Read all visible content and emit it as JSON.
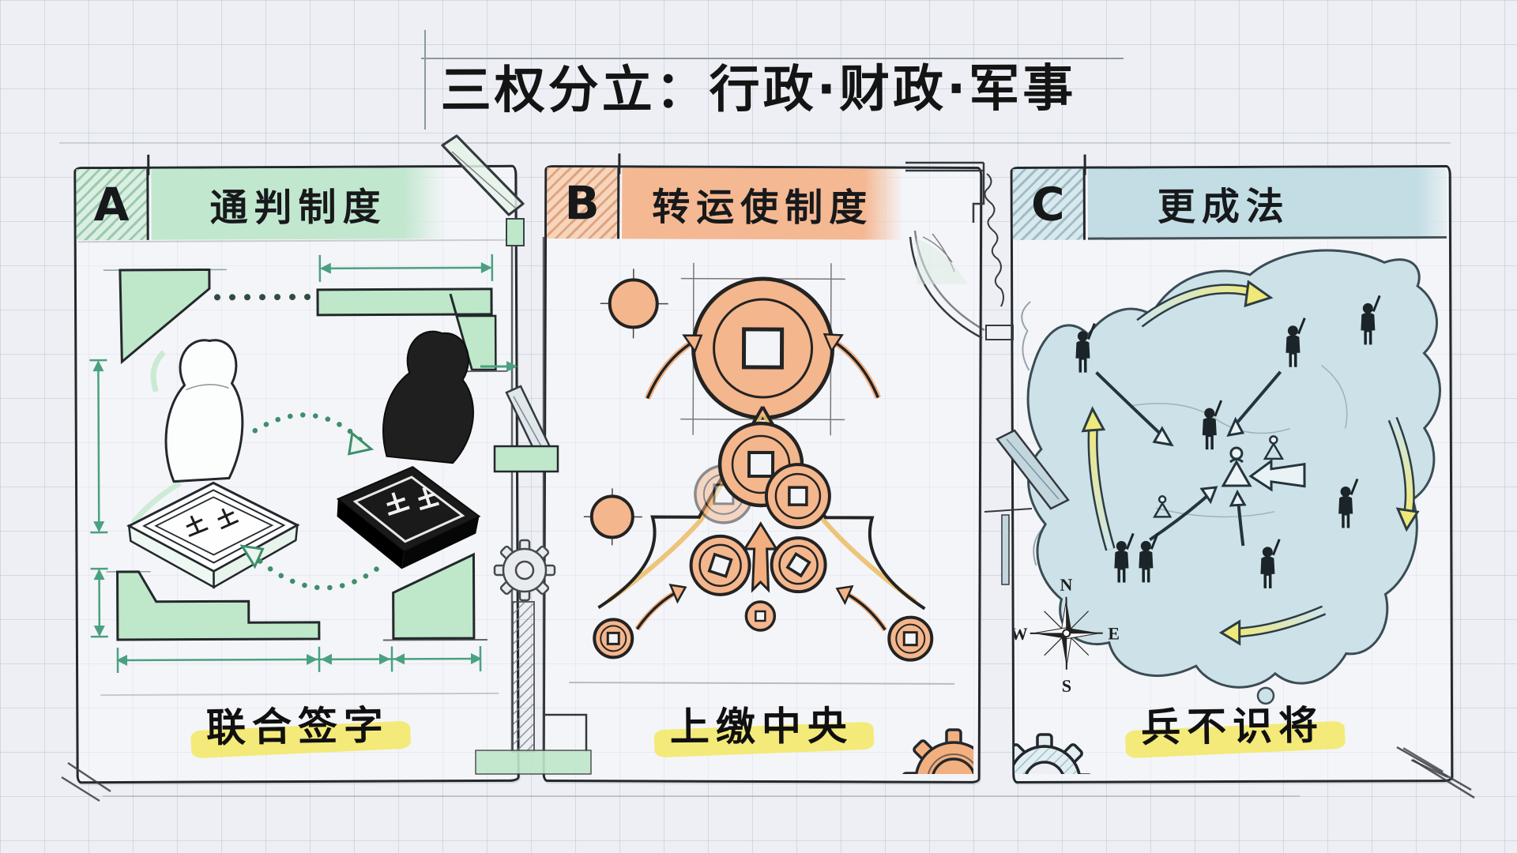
{
  "page": {
    "title": "三权分立：行政·财政·军事",
    "background_color": "#edeff4",
    "grid_color": "#a6b3ce",
    "highlight_color": "#f3e96a",
    "ink_color": "#23282c"
  },
  "panel_a": {
    "letter": "A",
    "title": "通判制度",
    "caption": "联合签字",
    "accent_color": "#bfe7c9",
    "dimension_arrow_color": "#4aa17f",
    "icons": [
      "outline-stamp-icon",
      "black-stamp-icon",
      "dotted-cycle-arrows"
    ]
  },
  "panel_b": {
    "letter": "B",
    "title": "转运使制度",
    "caption": "上缴中央",
    "accent_color": "#f4b68c",
    "icons": [
      "large-coin-icon",
      "small-coin-icons",
      "upward-chevron",
      "upward-arrows"
    ]
  },
  "panel_c": {
    "letter": "C",
    "title": "更成法",
    "caption": "兵不识将",
    "accent_color": "#c5dde4",
    "map_fill_color": "#cde2e8",
    "compass": {
      "n": "N",
      "e": "E",
      "s": "S",
      "w": "W"
    },
    "icons": [
      "china-map",
      "soldier-icons",
      "commander-icon",
      "camp-icons",
      "rotation-arrows",
      "compass-rose"
    ]
  }
}
